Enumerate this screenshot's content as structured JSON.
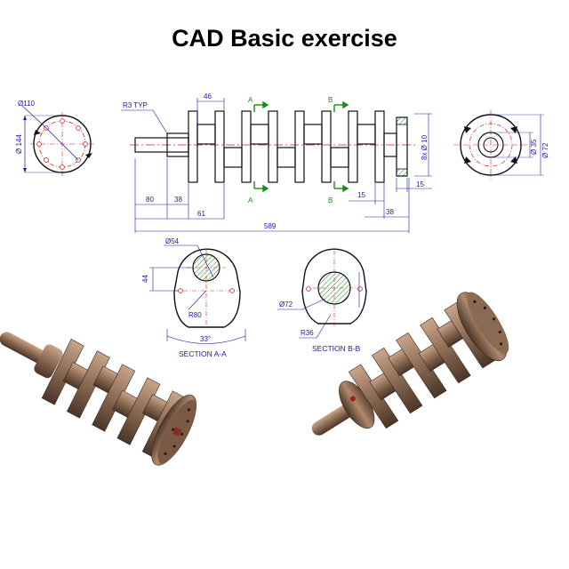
{
  "title": "CAD Basic exercise",
  "colors": {
    "outline": "#111111",
    "dimension": "#1a1aa8",
    "center": "#cc2222",
    "section": "#1a8a1a",
    "metal": "#8a6a52"
  },
  "front_view": {
    "dim_r3": "R3 TYP",
    "dim_46": "46",
    "dim_80": "80",
    "dim_38": "38",
    "dim_61": "61",
    "dim_589": "589",
    "dim_15a": "15",
    "dim_15b": "15",
    "dim_38b": "38",
    "dim_holes": "8x Ø 10",
    "cut_a": "A",
    "cut_b": "B"
  },
  "left_view": {
    "dim_110": "Ø110",
    "dim_144": "Ø 144"
  },
  "right_view": {
    "dim_35": "Ø 35",
    "dim_72": "Ø 72"
  },
  "section_a": {
    "dim_54": "Ø54",
    "dim_44": "44",
    "dim_r80": "R80",
    "dim_33": "33°",
    "label": "SECTION A-A"
  },
  "section_b": {
    "dim_72": "Ø72",
    "dim_r36": "R36",
    "label": "SECTION B-B"
  }
}
